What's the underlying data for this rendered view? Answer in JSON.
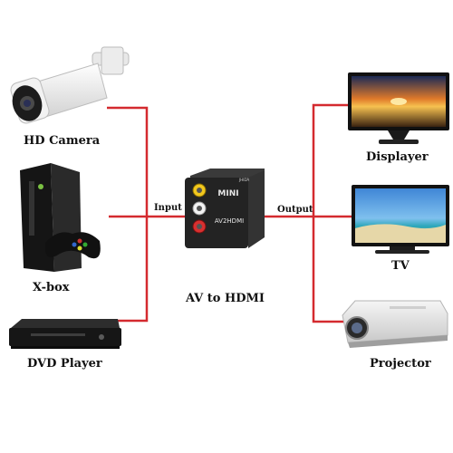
{
  "inputs": [
    {
      "label": "HD Camera",
      "icon": "security-camera-icon"
    },
    {
      "label": "X-box",
      "icon": "game-console-icon"
    },
    {
      "label": "DVD Player",
      "icon": "dvd-player-icon"
    }
  ],
  "outputs": [
    {
      "label": "Displayer",
      "icon": "monitor-icon"
    },
    {
      "label": "TV",
      "icon": "tv-icon"
    },
    {
      "label": "Projector",
      "icon": "projector-icon"
    }
  ],
  "center": {
    "input_label": "Input",
    "output_label": "Output",
    "caption": "AV to HDMI",
    "device_brand": "MINI",
    "device_model": "AV2HDMI",
    "device_logo": "JHIDA"
  },
  "colors": {
    "connector_line": "#d42a2f",
    "device_body": "#262626",
    "rca_yellow": "#f2c81e",
    "rca_white": "#f3f3f3",
    "rca_red": "#d83030"
  }
}
